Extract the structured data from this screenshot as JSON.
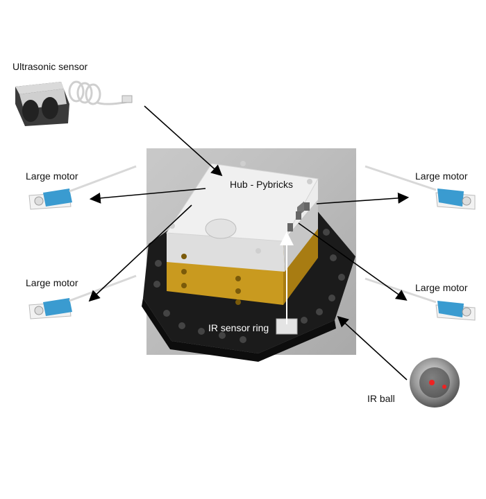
{
  "labels": {
    "ultrasonic": "Ultrasonic sensor",
    "hub": "Hub - Pybricks",
    "motor_top_left": "Large motor",
    "motor_bottom_left": "Large motor",
    "motor_top_right": "Large motor",
    "motor_bottom_right": "Large motor",
    "ir_ring": "IR sensor ring",
    "ir_ball": "IR ball"
  },
  "colors": {
    "hub_white": "#e6e6e6",
    "hub_yellow": "#c99a1f",
    "base_black": "#1a1a1a",
    "motor_blue": "#3a9bd0",
    "photo_bg": "#bdbdbd"
  }
}
